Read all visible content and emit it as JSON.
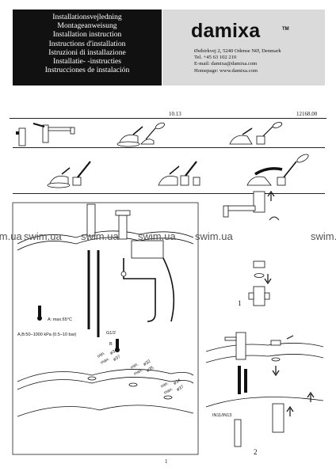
{
  "header": {
    "titles": [
      "Installationsvejledning",
      "Montageanweisung",
      "Installation instruction",
      "Instructions d'installation",
      "Istruzioni di installazione",
      "Installatie- -instructies",
      "Instrucciones de instalación"
    ],
    "brand": "damixa",
    "brand_tm": "TM",
    "address_lines": [
      "Østbirkvej 2, 5240 Odense NØ, Denmark",
      "Tel. +45 63 102 210",
      "E-mail: damixa@damixa.com",
      "Homepage: www.damixa.com"
    ]
  },
  "meta": {
    "date": "10.13",
    "code": "12168.00"
  },
  "watermark": {
    "text": "swim.ua"
  },
  "diagram": {
    "temp_label": "A:  max.65°C",
    "pressure_label": "A,B:50–1000  kPa  (0.5–10  bar)",
    "thread_label": "G1/2",
    "b_label": "B",
    "hole1_min": "min.",
    "hole1_a": "max.",
    "hole1_d1": "ø34",
    "hole1_d2": "ø37",
    "hole2_min": "min.",
    "hole2_a": "max.",
    "hole2_d1": "ø32",
    "hole2_d2": "ø35",
    "hole3_min": "min.",
    "hole3_a": "max.",
    "hole3_d1": "ø34",
    "hole3_d2": "ø37",
    "part_label": "IN11/IN13",
    "step1": "1",
    "step2": "2"
  },
  "footer": {
    "page": "1"
  }
}
